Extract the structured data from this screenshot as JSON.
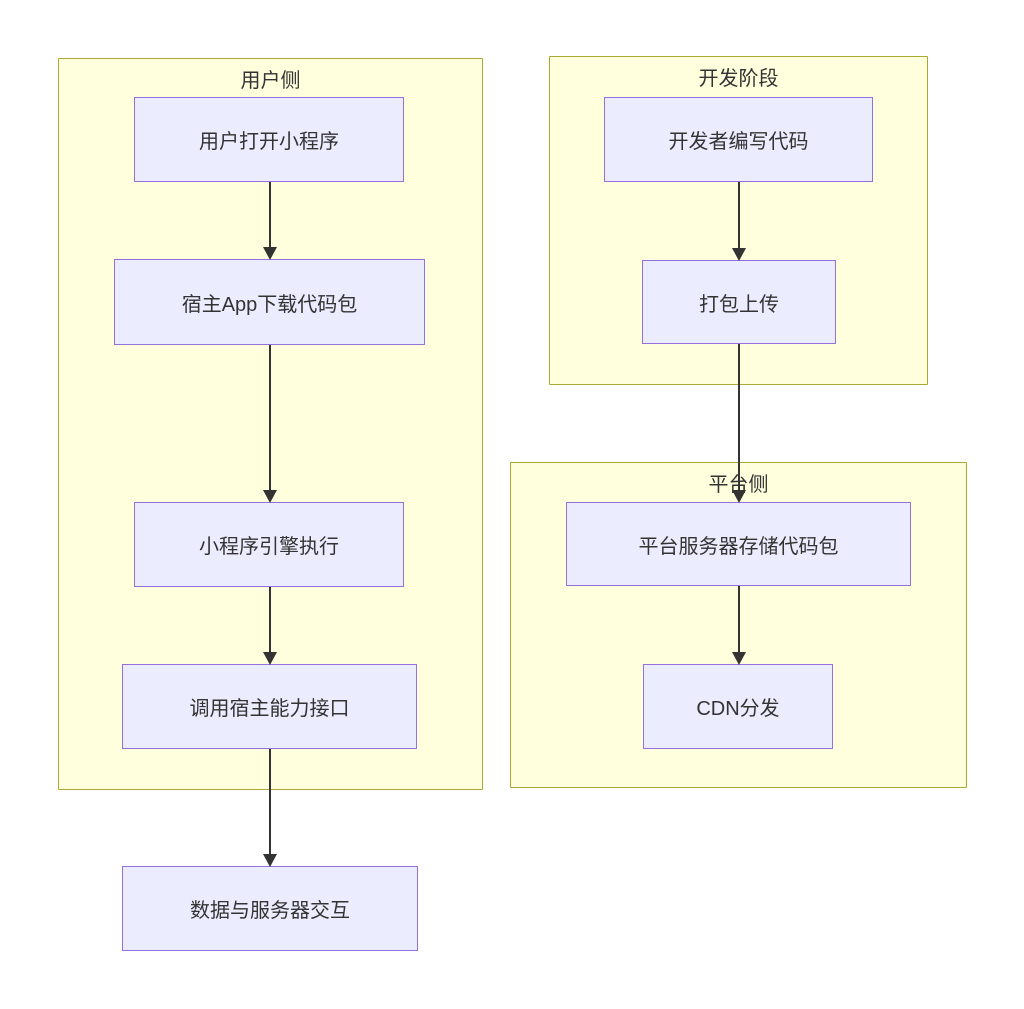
{
  "diagram": {
    "type": "flowchart",
    "direction": "top-down",
    "colors": {
      "background": "#ffffff",
      "cluster_fill": "#ffffde",
      "cluster_border": "#aaaa33",
      "node_fill": "#ececff",
      "node_border": "#9370db",
      "edge": "#333333",
      "text": "#333333"
    },
    "clusters": [
      {
        "title": "用户侧",
        "nodes": [
          "用户打开小程序",
          "宿主App下载代码包",
          "小程序引擎执行",
          "调用宿主能力接口"
        ]
      },
      {
        "title": "开发阶段",
        "nodes": [
          "开发者编写代码",
          "打包上传"
        ]
      },
      {
        "title": "平台侧",
        "nodes": [
          "平台服务器存储代码包",
          "CDN分发"
        ]
      }
    ],
    "standalone_nodes": [
      "数据与服务器交互"
    ],
    "edges": [
      {
        "from": "用户打开小程序",
        "to": "宿主App下载代码包"
      },
      {
        "from": "宿主App下载代码包",
        "to": "小程序引擎执行"
      },
      {
        "from": "小程序引擎执行",
        "to": "调用宿主能力接口"
      },
      {
        "from": "调用宿主能力接口",
        "to": "数据与服务器交互"
      },
      {
        "from": "开发者编写代码",
        "to": "打包上传"
      },
      {
        "from": "打包上传",
        "to": "平台服务器存储代码包"
      },
      {
        "from": "平台服务器存储代码包",
        "to": "CDN分发"
      }
    ]
  }
}
